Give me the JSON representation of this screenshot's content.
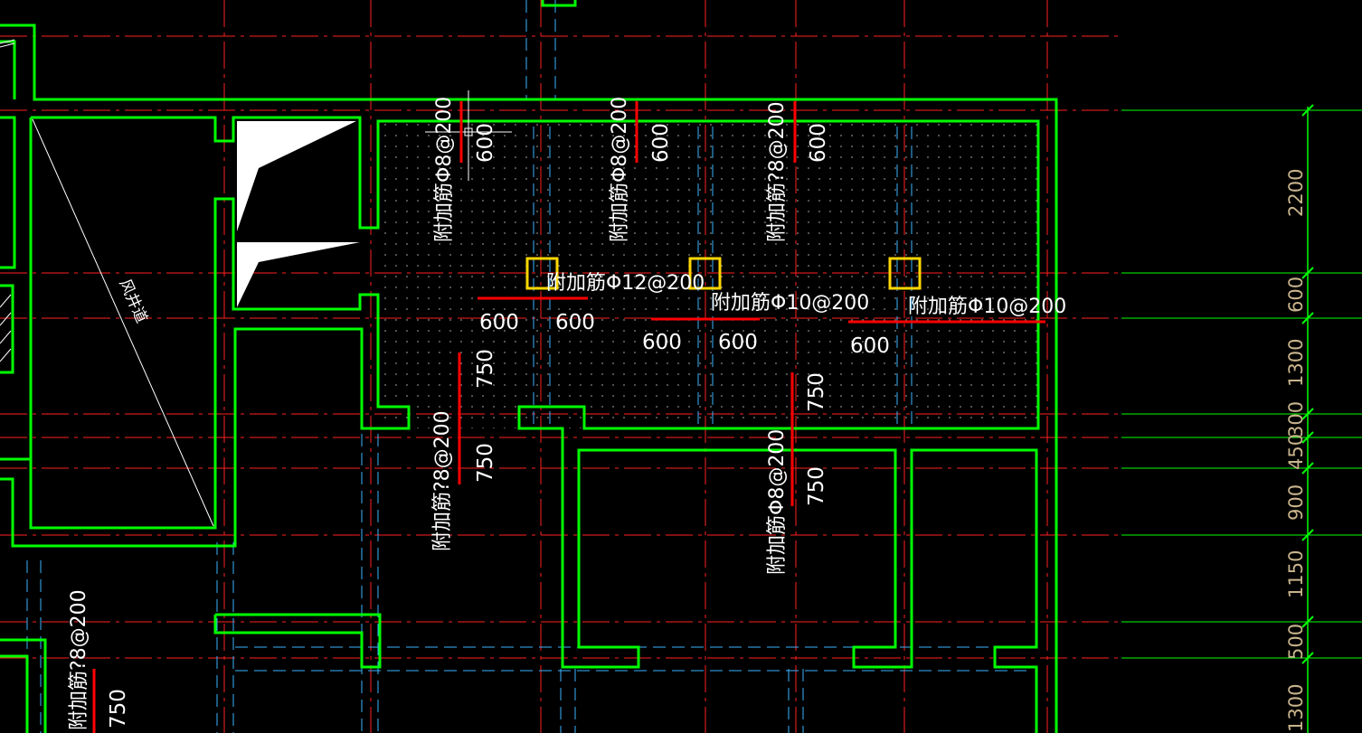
{
  "colors": {
    "background": "#000000",
    "wall": "#00ff00",
    "axis": "#ff2020",
    "hidden_line": "#3ab4ff",
    "column": "#ffd700",
    "text": "#ffffff",
    "dimension_text": "#c8b48c",
    "dimension_line": "#00ff00",
    "rebar": "#ff0000"
  },
  "labels": {
    "rebar_v1": "附加筋Φ8@200",
    "rebar_v2": "附加筋Φ8@200",
    "rebar_v3": "附加筋?8@200",
    "rebar_v4": "附加筋?8@200",
    "rebar_v5": "附加筋Φ8@200",
    "rebar_v6": "附加筋?8@200",
    "rebar_h1": "附加筋Φ12@200",
    "rebar_h2": "附加筋Φ10@200",
    "rebar_h3": "附加筋Φ10@200",
    "shaft": "风井道"
  },
  "dims": {
    "d600_a": "600",
    "d600_b": "600",
    "d600_c": "600",
    "d600_d": "600",
    "d600_e": "600",
    "d600_f": "600",
    "d600_g": "600",
    "d600_h": "600",
    "d750_a": "750",
    "d750_b": "750",
    "d750_c": "750",
    "d750_d": "750",
    "d750_e": "750"
  },
  "right_dimensions": [
    "2200",
    "600",
    "1300",
    "300",
    "450",
    "900",
    "1150",
    "500",
    "1300"
  ]
}
